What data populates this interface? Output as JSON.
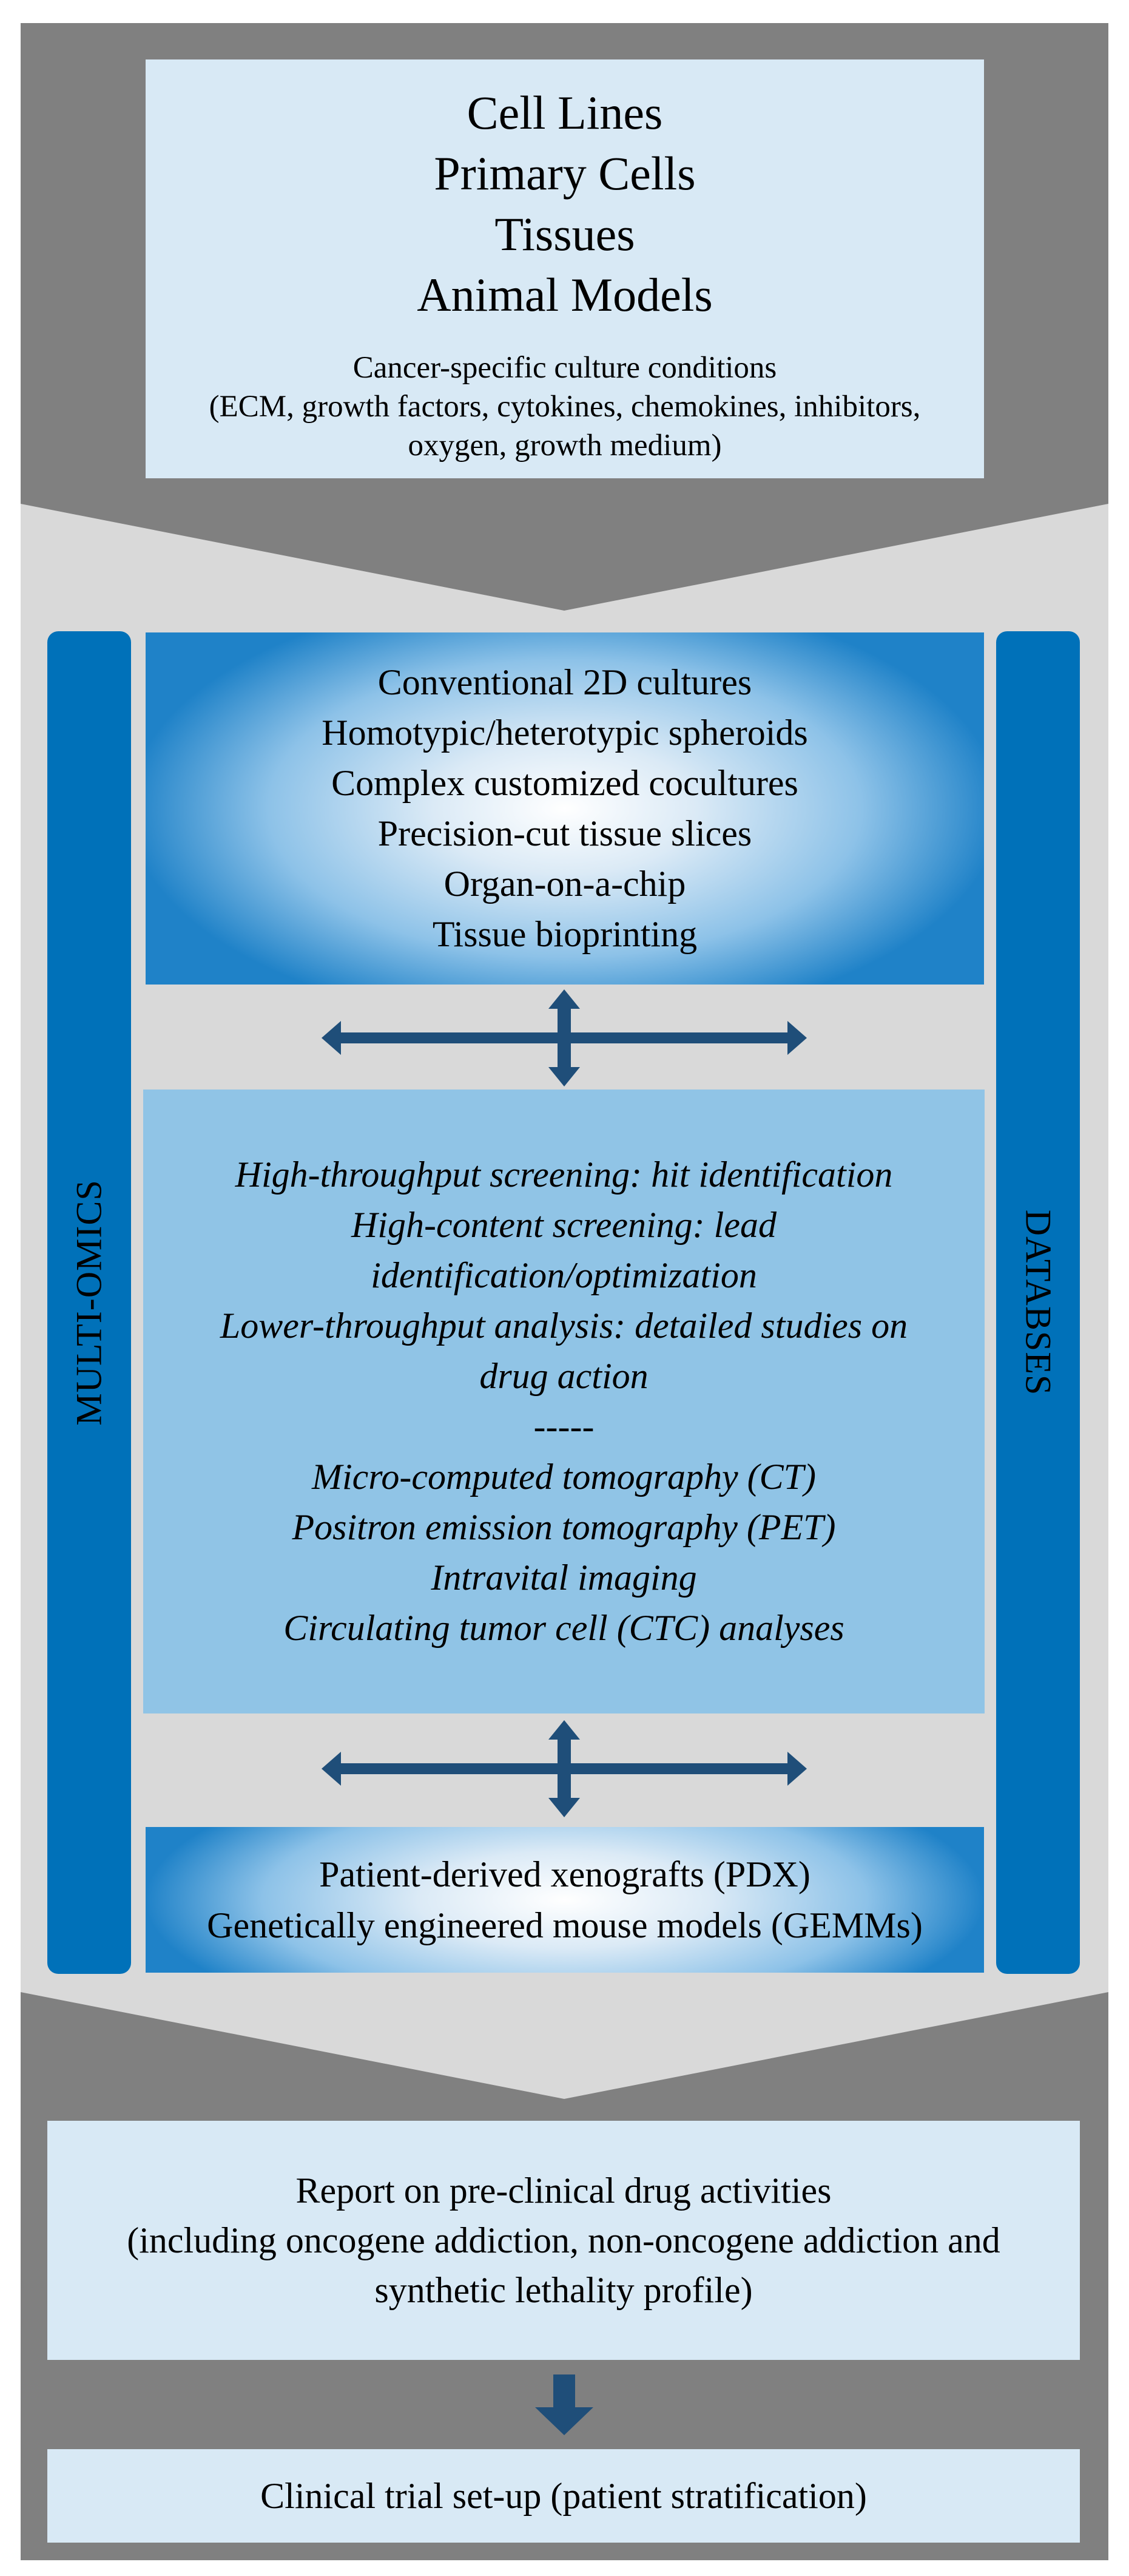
{
  "sources": {
    "items": [
      "Cell Lines",
      "Primary Cells",
      "Tissues",
      "Animal Models"
    ],
    "conditions_lines": [
      "Cancer-specific culture conditions",
      "(ECM, growth factors, cytokines, chemokines, inhibitors,",
      "oxygen, growth medium)"
    ]
  },
  "models": {
    "items": [
      "Conventional 2D cultures",
      "Homotypic/heterotypic spheroids",
      "Complex customized cocultures",
      "Precision-cut tissue slices",
      "Organ-on-a-chip",
      "Tissue bioprinting"
    ]
  },
  "screening": {
    "lines": [
      "High-throughput screening: hit identification",
      "High-content screening: lead",
      "identification/optimization",
      "Lower-throughput analysis: detailed studies on",
      "drug action",
      "-----",
      "Micro-computed tomography (CT)",
      "Positron emission tomography (PET)",
      "Intravital imaging",
      "Circulating tumor cell (CTC) analyses"
    ]
  },
  "invivo": {
    "items": [
      "Patient-derived xenografts (PDX)",
      "Genetically engineered mouse models (GEMMs)"
    ]
  },
  "sidebars": {
    "left": "MULTI-OMICS",
    "right": "DATABSES"
  },
  "report": {
    "lines": [
      "Report on pre-clinical drug activities",
      "(including oncogene addiction, non-oncogene addiction and",
      "synthetic lethality profile)"
    ]
  },
  "clinical": {
    "label": "Clinical trial set-up (patient stratification)"
  },
  "colors": {
    "frame_dark_gray": "#808080",
    "panel_light_gray": "#d9d9d9",
    "light_blue_box": "#d8e9f5",
    "medium_blue_box": "#90c4e6",
    "sidebar_blue": "#0071b9",
    "arrow_navy": "#1f4e79"
  }
}
